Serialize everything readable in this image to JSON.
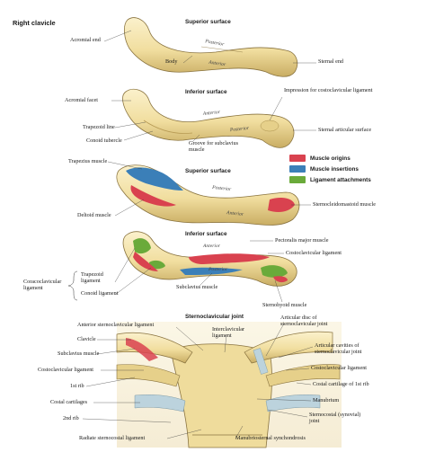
{
  "figure_title": "Right clavicle",
  "colors": {
    "bone": "#f2e3ad",
    "bone_shadow": "#d8c27a",
    "muscle_origin": "#d9424f",
    "muscle_insertion": "#3b7fb8",
    "ligament_attachment": "#6aaa3a",
    "cartilage": "#bcd3dd"
  },
  "legend": [
    {
      "label": "Muscle origins",
      "color": "#d9424f"
    },
    {
      "label": "Muscle insertions",
      "color": "#3b7fb8"
    },
    {
      "label": "Ligament attachments",
      "color": "#6aaa3a"
    }
  ],
  "views": {
    "superior1": {
      "title": "Superior surface",
      "acromial_end": "Acromial end",
      "sternal_end": "Sternal end",
      "body": "Body",
      "posterior": "Posterior",
      "anterior": "Anterior"
    },
    "inferior1": {
      "title": "Inferior surface",
      "acromial_facet": "Acromial facet",
      "trapezoid_line": "Trapezoid line",
      "conoid_tubercle": "Conoid tubercle",
      "groove": "Groove for subclavius muscle",
      "impression": "Impression for costoclavicular ligament",
      "sternal_articular": "Sternal articular surface",
      "anterior": "Anterior",
      "posterior": "Posterior"
    },
    "superior2": {
      "title": "Superior surface",
      "trapezius": "Trapezius muscle",
      "deltoid": "Deltoid muscle",
      "sternocleidomastoid": "Sternocleidomastoid muscle",
      "posterior": "Posterior",
      "anterior": "Anterior"
    },
    "inferior2": {
      "title": "Inferior surface",
      "pectoralis": "Pectoralis major muscle",
      "costoclavicular": "Costoclavicular ligament",
      "trapezoid_ligament": "Trapezoid ligament",
      "conoid_ligament": "Conoid ligament",
      "coracoclavicular": "Coracoclavicular ligament",
      "subclavius": "Subclavius muscle",
      "sternohyoid": "Sternohyoid muscle",
      "anterior": "Anterior",
      "posterior": "Posterior"
    },
    "joint": {
      "title": "Sternoclavicular joint",
      "anterior_sc_ligament": "Anterior sternoclavicular ligament",
      "clavicle": "Clavicle",
      "subclavius": "Subclavius muscle",
      "costoclavicular": "Costoclavicular ligament",
      "first_rib": "1st rib",
      "costal_cartilages": "Costal cartilages",
      "second_rib": "2nd rib",
      "radiate": "Radiate sternocostal ligament",
      "interclavicular": "Interclavicular ligament",
      "articular_disc": "Articular disc of sternoclavicular joint",
      "articular_cavities": "Articular cavities of sternoclavicular joint",
      "costoclavicular_right": "Costoclavicular ligament",
      "costal_cartilage_1st": "Costal cartilage of 1st rib",
      "manubrium": "Manubrium",
      "sternocostal_joint": "Sternocostal (synovial) joint",
      "manubriosternal": "Manubriosternal synchondrosis"
    }
  }
}
